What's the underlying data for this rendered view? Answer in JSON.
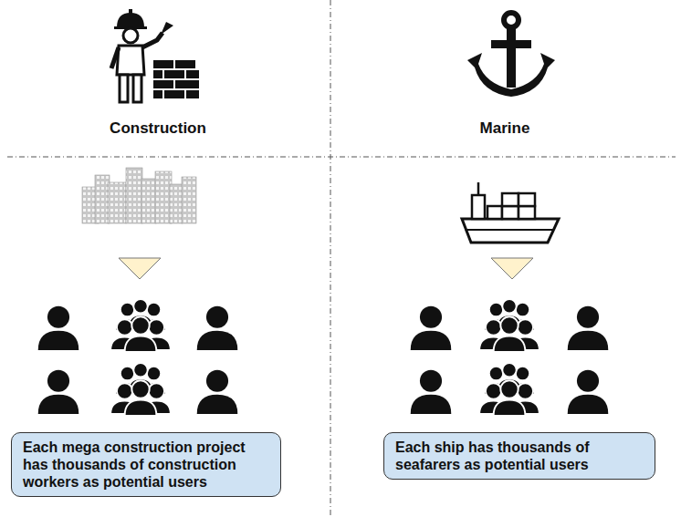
{
  "diagram": {
    "nodes": [
      {
        "text": [
          "Each mega construction project has thousands of construction workers as potential users"
        ]
      },
      {
        "text": [
          "Each ship has thousands of seafarers as potential users"
        ]
      }
    ],
    "labels": [
      "Construction",
      "Marine"
    ]
  }
}
